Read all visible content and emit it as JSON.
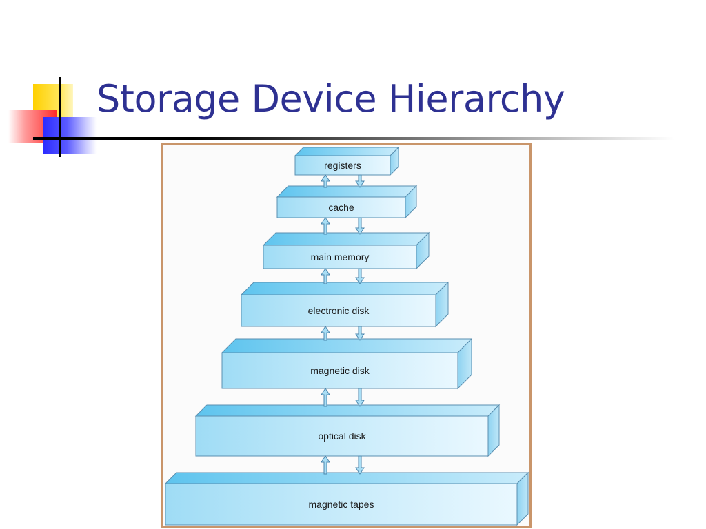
{
  "slide": {
    "title": "Storage Device Hierarchy"
  },
  "diagram": {
    "levels": [
      {
        "label": "registers"
      },
      {
        "label": "cache"
      },
      {
        "label": "main memory"
      },
      {
        "label": "electronic disk"
      },
      {
        "label": "magnetic disk"
      },
      {
        "label": "optical disk"
      },
      {
        "label": "magnetic tapes"
      }
    ]
  }
}
